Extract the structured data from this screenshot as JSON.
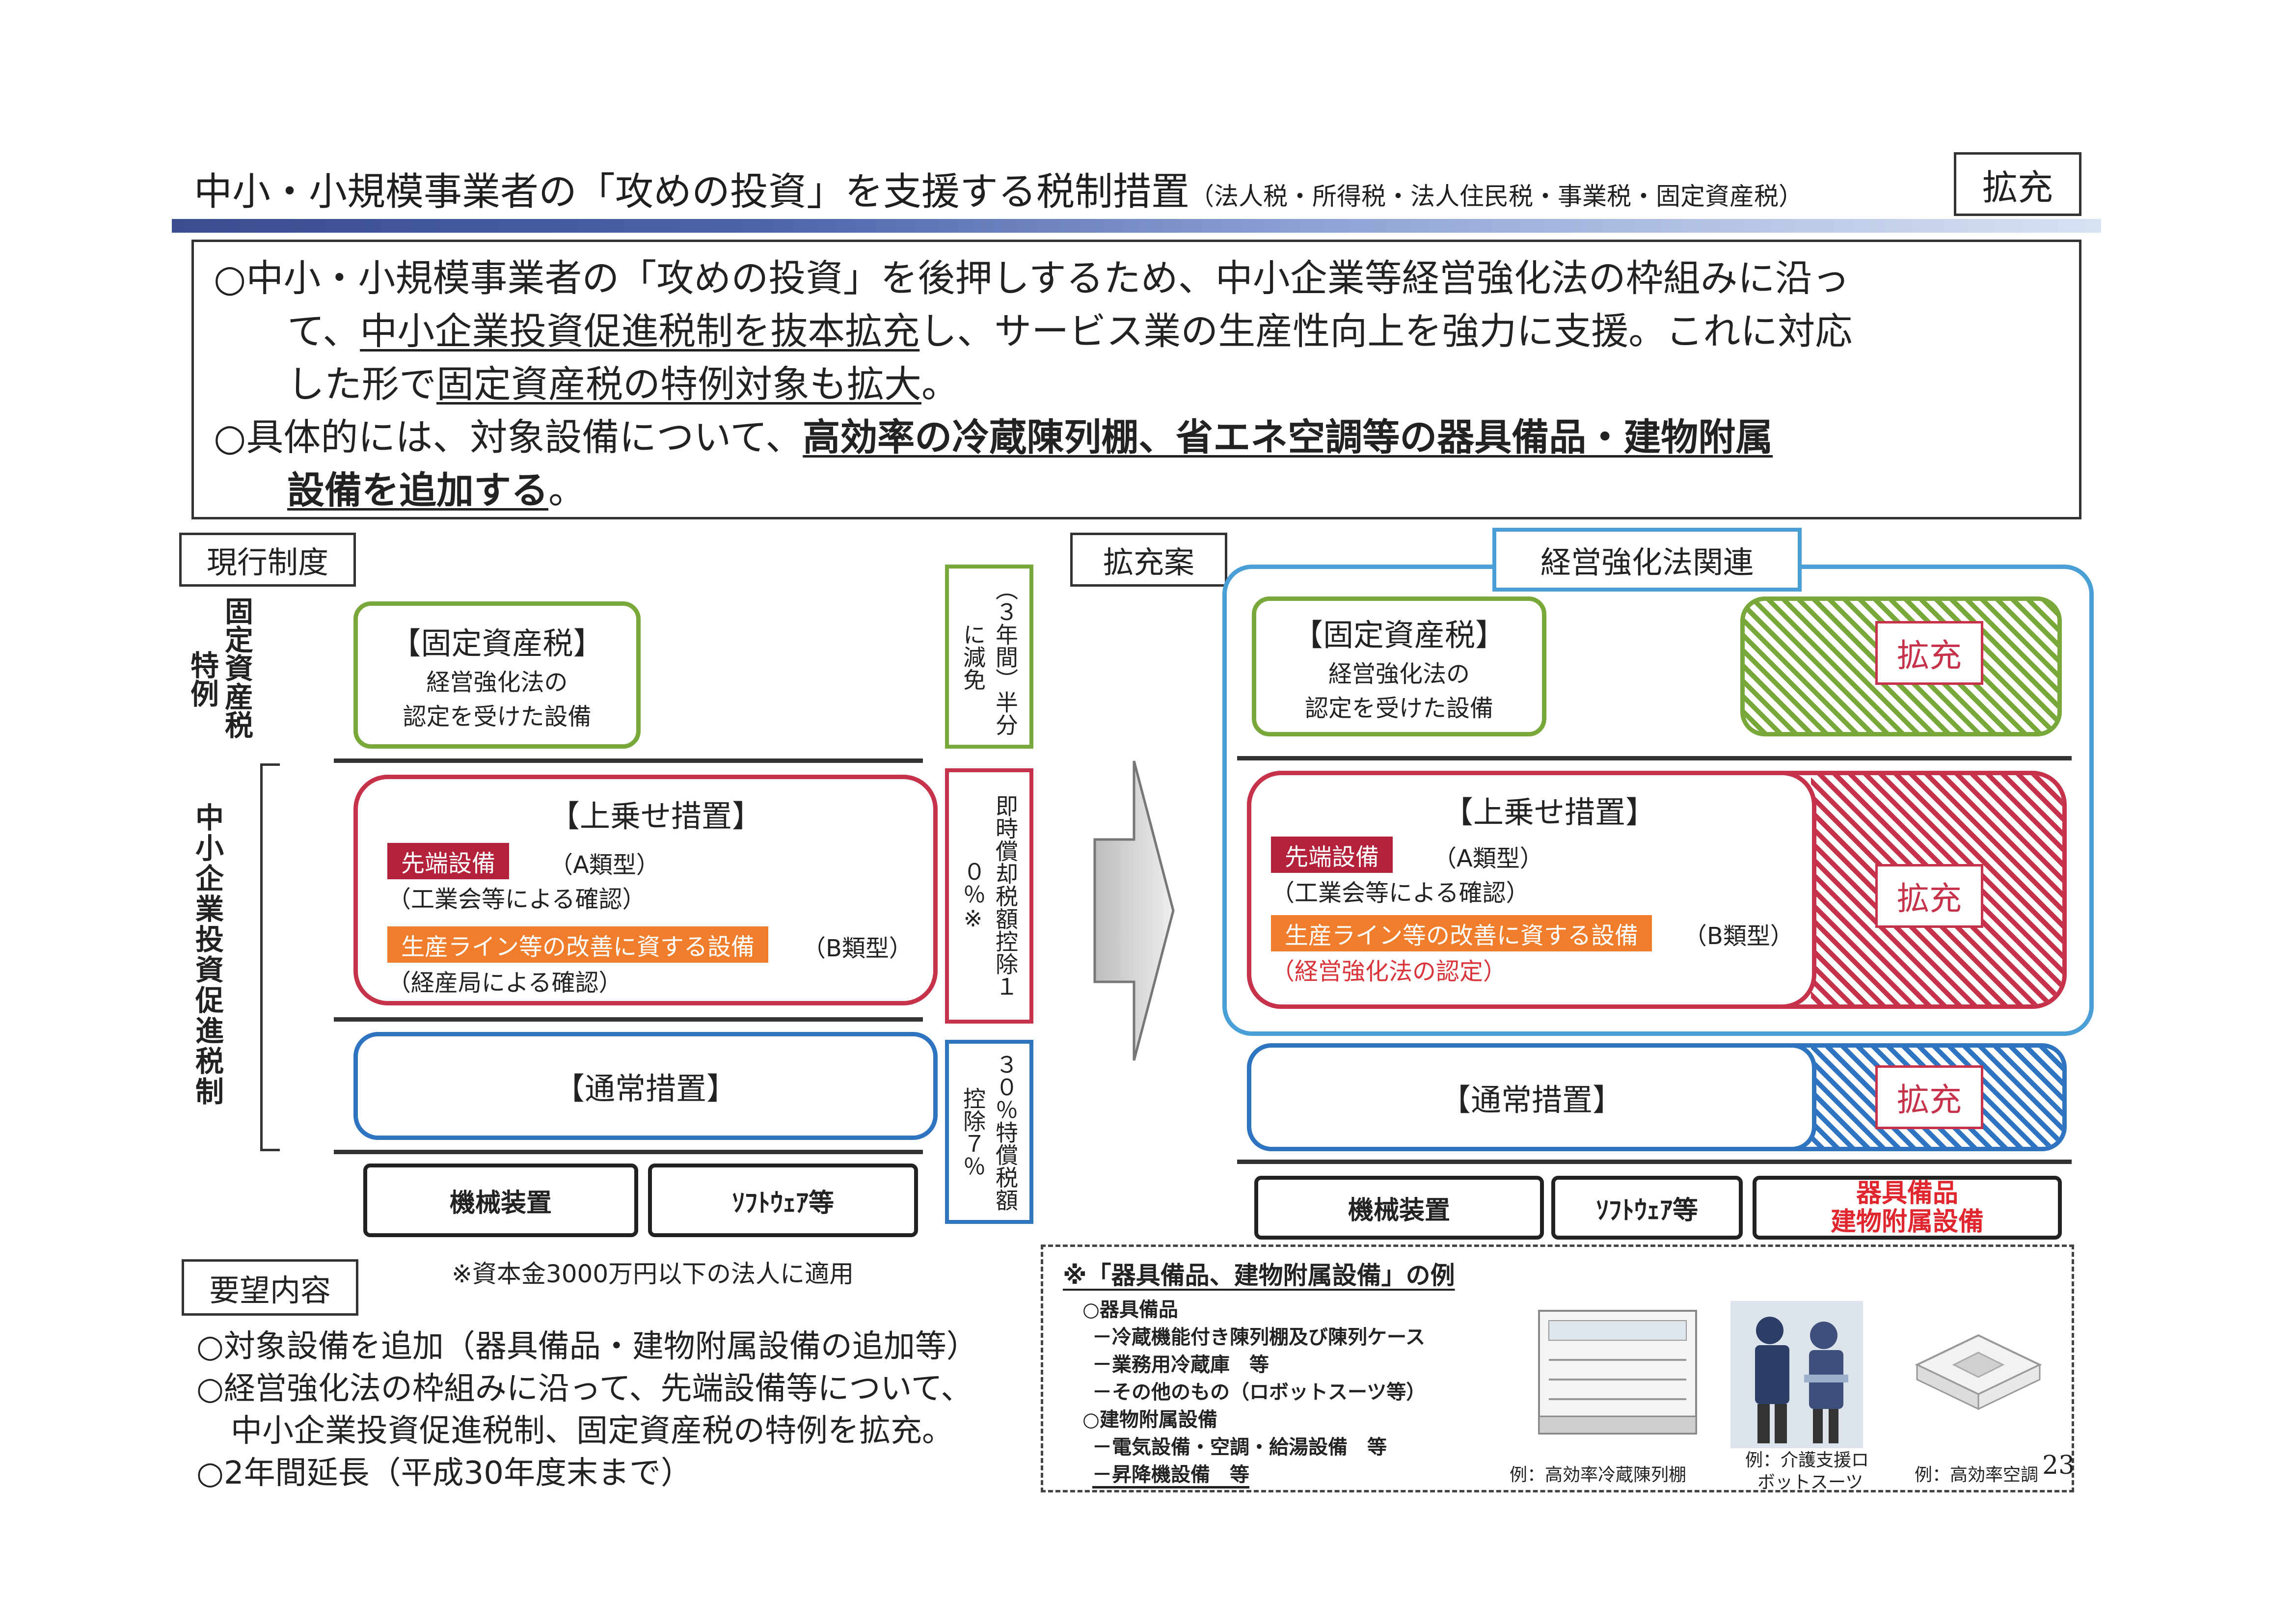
{
  "title": {
    "main": "中小・小規模事業者の「攻めの投資」を支援する税制措置",
    "sub": "（法人税・所得税・法人住民税・事業税・固定資産税）",
    "badge": "拡充"
  },
  "intro": {
    "l1": "○中小・小規模事業者の「攻めの投資」を後押しするため、中小企業等経営強化法の枠組みに沿っ",
    "l2a": "て、",
    "l2b": "中小企業投資促進税制を抜本拡充",
    "l2c": "し、サービス業の生産性向上を強力に支援。これに対応",
    "l3a": "した形で",
    "l3b": "固定資産税の特例対象も拡大",
    "l3c": "。",
    "l4a": "○具体的には、対象設備について、",
    "l4b": "高効率の冷蔵陳列棚、省エネ空調等の器具備品・建物附属",
    "l5a": "設備を追加する",
    "l5b": "。"
  },
  "current": {
    "tag": "現行制度",
    "side_top_a": "固定資産税",
    "side_top_b": "特例",
    "side_bottom": "中小企業投資促進税制",
    "fixed": {
      "heading": "【固定資産税】",
      "line1": "経営強化法の",
      "line2": "認定を受けた設備"
    },
    "fixed_note": "（３年間）半分に減免",
    "upper": {
      "heading": "【上乗せ措置】",
      "a_label": "先端設備",
      "a_type": "（A類型）",
      "a_note": "（工業会等による確認）",
      "b_label": "生産ライン等の改善に資する設備",
      "b_type": "（B類型）",
      "b_note": "（経産局による確認）"
    },
    "upper_note": "即時償却税額控除１０％※",
    "normal": {
      "heading": "【通常措置】"
    },
    "normal_note": "３０％特償税額控除７％",
    "equip1": "機械装置",
    "equip2": "ｿﾌﾄｳｪｱ等",
    "footnote": "※資本金3000万円以下の法人に適用"
  },
  "proposal": {
    "tag": "拡充案",
    "group_label": "経営強化法関連",
    "fixed": {
      "heading": "【固定資産税】",
      "line1": "経営強化法の",
      "line2": "認定を受けた設備"
    },
    "upper": {
      "heading": "【上乗せ措置】",
      "a_label": "先端設備",
      "a_type": "（A類型）",
      "a_note": "（工業会等による確認）",
      "b_label": "生産ライン等の改善に資する設備",
      "b_type": "（B類型）",
      "b_note": "（経営強化法の認定）"
    },
    "normal": {
      "heading": "【通常措置】"
    },
    "expand1": "拡充",
    "expand2": "拡充",
    "expand3": "拡充",
    "equip1": "機械装置",
    "equip2": "ｿﾌﾄｳｪｱ等",
    "equip3a": "器具備品",
    "equip3b": "建物附属設備"
  },
  "request": {
    "tag": "要望内容",
    "l1": "○対象設備を追加（器具備品・建物附属設備の追加等）",
    "l2": "○経営強化法の枠組みに沿って、先端設備等について、",
    "l3": "中小企業投資促進税制、固定資産税の特例を拡充。",
    "l4": "○2年間延長（平成30年度末まで）"
  },
  "examples": {
    "title": "※「器具備品、建物附属設備」の例",
    "g1": "○器具備品",
    "g1a": "－冷蔵機能付き陳列棚及び陳列ケース",
    "g1b": "－業務用冷蔵庫　等",
    "g1c": "－その他のもの（ロボットスーツ等）",
    "g2": "○建物附属設備",
    "g2a": "－電気設備・空調・給湯設備　等",
    "g2b": "－昇降機設備　等",
    "cap1": "例：高効率冷蔵陳列棚",
    "cap2a": "例：介護支援ロ",
    "cap2b": "ボットスーツ",
    "cap3": "例：高効率空調"
  },
  "page_number": "23",
  "colors": {
    "green": "#79a83a",
    "red": "#c6324a",
    "blue": "#2e74c0",
    "orange": "#f07d2b",
    "dark_red": "#b3213a"
  }
}
